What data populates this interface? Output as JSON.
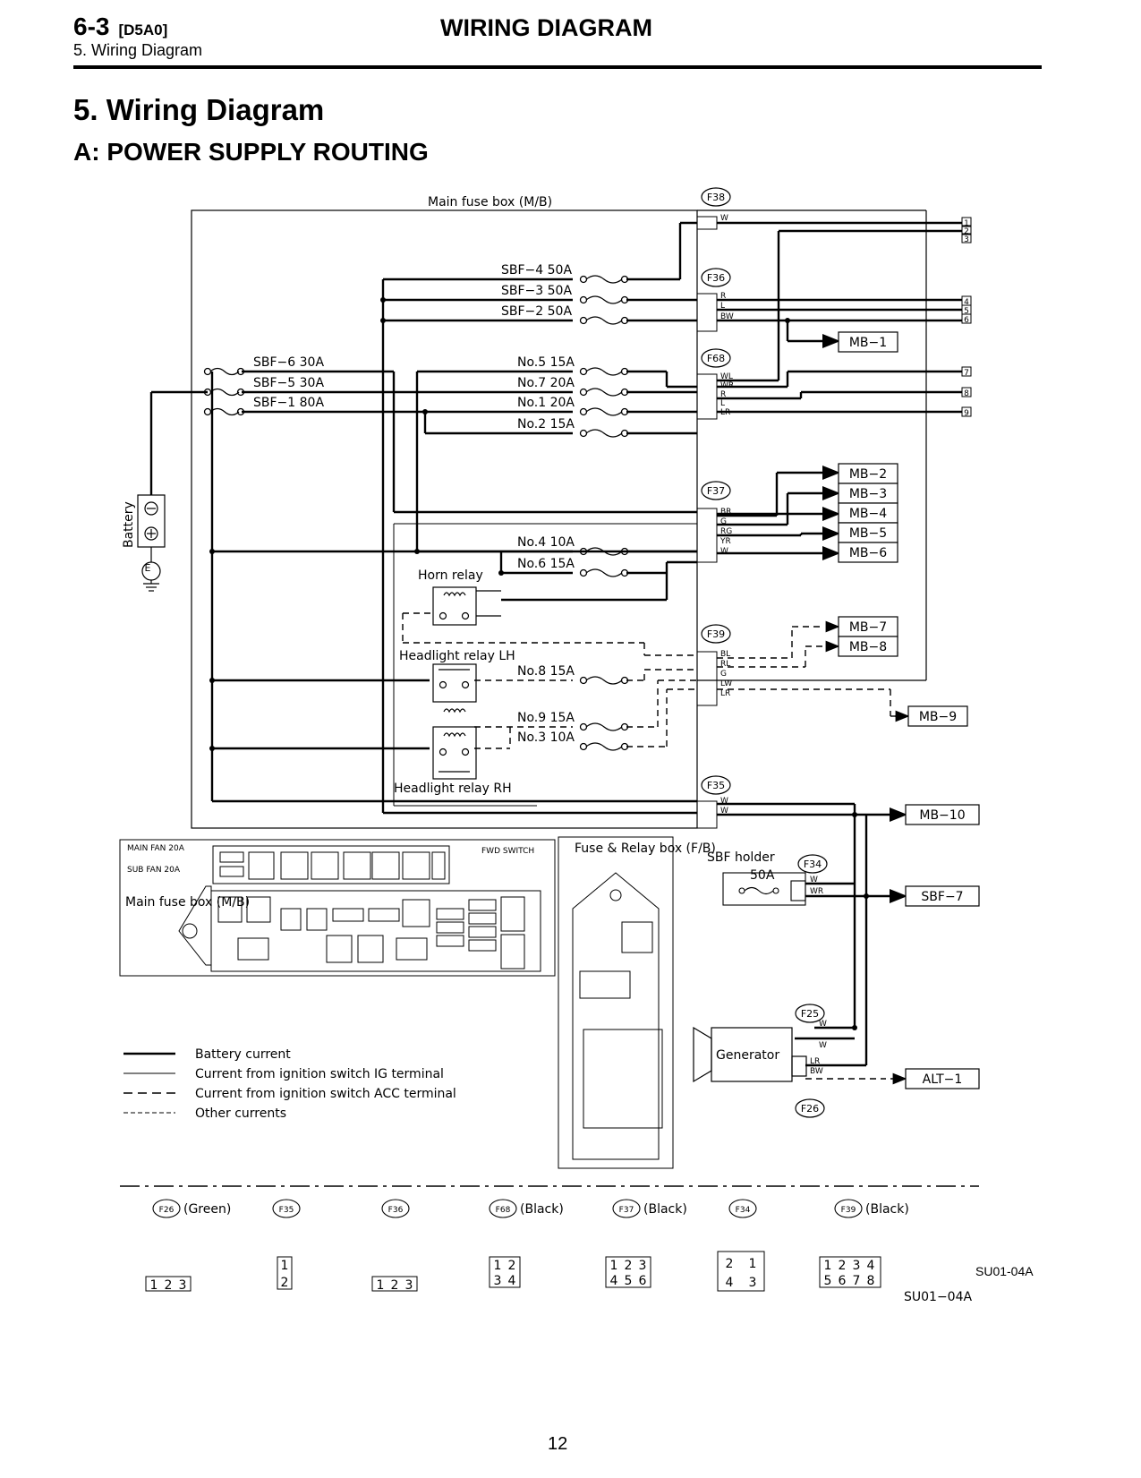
{
  "header": {
    "section": "6-3",
    "code": "[D5A0]",
    "subtitle": "5.  Wiring Diagram",
    "title": "WIRING DIAGRAM"
  },
  "heading1": "5.  Wiring Diagram",
  "heading2": "A:  POWER SUPPLY ROUTING",
  "diagram": {
    "main_fuse_box_label": "Main fuse box (M/B)",
    "battery_label": "Battery",
    "connectors": [
      "F38",
      "F36",
      "F68",
      "F37",
      "F39",
      "F35",
      "F34",
      "F25",
      "F26"
    ],
    "fuses": {
      "sbf4": "SBF−4 50A",
      "sbf3": "SBF−3 50A",
      "sbf2": "SBF−2 50A",
      "sbf6": "SBF−6 30A",
      "sbf5": "SBF−5 30A",
      "sbf1": "SBF−1 80A",
      "no5": "No.5 15A",
      "no7": "No.7 20A",
      "no1": "No.1 20A",
      "no2": "No.2 15A",
      "no4": "No.4 10A",
      "no6": "No.6 15A",
      "no8": "No.8 15A",
      "no9": "No.9 15A",
      "no3": "No.3 10A"
    },
    "relays": {
      "horn": "Horn relay",
      "headlight_lh": "Headlight relay LH",
      "headlight_rh": "Headlight relay RH"
    },
    "outputs": [
      "MB−1",
      "MB−2",
      "MB−3",
      "MB−4",
      "MB−5",
      "MB−6",
      "MB−7",
      "MB−8",
      "MB−9",
      "MB−10",
      "SBF−7",
      "ALT−1"
    ],
    "terminals": [
      "1",
      "2",
      "3",
      "4",
      "5",
      "6",
      "7",
      "8",
      "9"
    ],
    "sbf_holder": "SBF holder",
    "sbf_holder_fuse": "50A",
    "generator": "Generator",
    "fuse_relay_box": "Fuse & Relay box (F/B)",
    "wire_codes": {
      "f38": "W",
      "f36": [
        "R",
        "L",
        "BW"
      ],
      "f68": [
        "WL",
        "WR",
        "R",
        "L",
        "LR"
      ],
      "f37": [
        "BR",
        "G",
        "RG",
        "YR",
        "W"
      ],
      "f39": [
        "BL",
        "RL",
        "G",
        "LW",
        "LR"
      ],
      "f35": [
        "W",
        "W"
      ],
      "f34": [
        "W",
        "WR"
      ],
      "f25": [
        "W",
        "W"
      ],
      "f26": [
        "LR",
        "BW"
      ]
    },
    "mb_box": {
      "main_fan": "MAIN FAN 20A",
      "sub_fan": "SUB FAN 20A",
      "main_fuse_box": "Main fuse box (M/B)",
      "fwd_switch": "FWD SWITCH"
    }
  },
  "legend": [
    "Battery current",
    "Current from ignition switch IG terminal",
    "Current from ignition switch ACC terminal",
    "Other currents"
  ],
  "connector_views": [
    {
      "id": "F26",
      "color": "(Green)",
      "pins": [
        "1",
        "2",
        "3"
      ]
    },
    {
      "id": "F35",
      "color": "",
      "pins": [
        "1",
        "2"
      ]
    },
    {
      "id": "F36",
      "color": "",
      "pins": [
        "1",
        "2",
        "3"
      ]
    },
    {
      "id": "F68",
      "color": "(Black)",
      "pins": [
        "1",
        "2",
        "3",
        "4"
      ]
    },
    {
      "id": "F37",
      "color": "(Black)",
      "pins": [
        "1",
        "2",
        "3",
        "4",
        "5",
        "6"
      ]
    },
    {
      "id": "F34",
      "color": "",
      "pins": [
        "2",
        "1",
        "4",
        "3"
      ]
    },
    {
      "id": "F39",
      "color": "(Black)",
      "pins": [
        "1",
        "2",
        "3",
        "4",
        "5",
        "6",
        "7",
        "8"
      ]
    }
  ],
  "figure_id": "SU01-04A",
  "figure_id_2": "SU01−04A",
  "page_number": "12"
}
